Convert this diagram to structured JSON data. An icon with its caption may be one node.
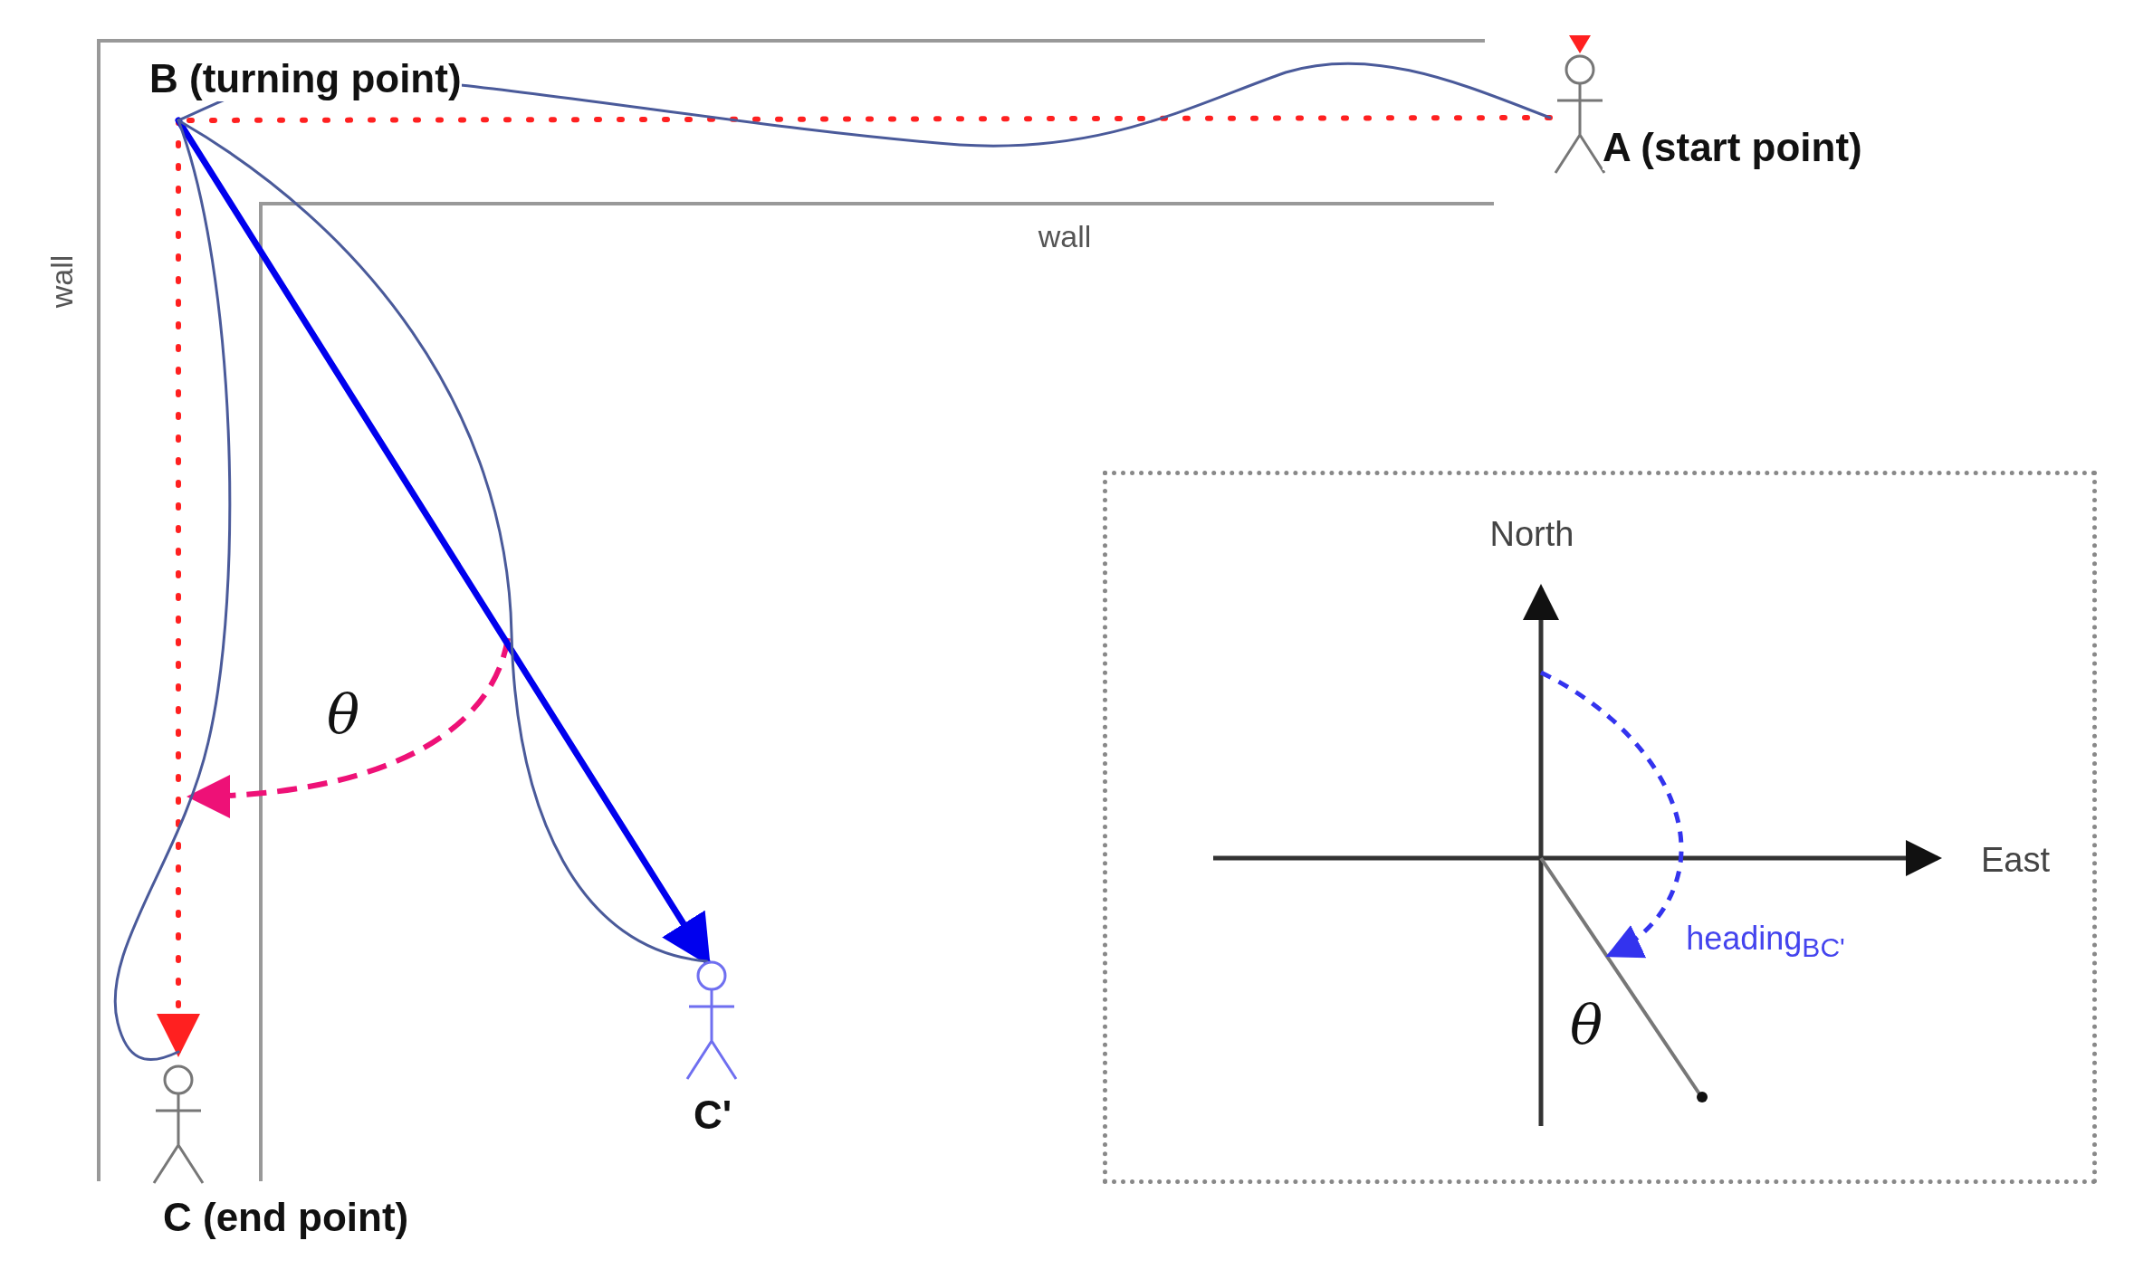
{
  "diagram": {
    "nodes": [
      {
        "text": [
          "B (turning point)"
        ]
      },
      {
        "text": [
          "A (start point)"
        ]
      },
      {
        "text": [
          "C (end point)"
        ]
      },
      {
        "text": [
          "C'"
        ]
      },
      {
        "text": [],
        "shape": "box"
      }
    ],
    "edges": [
      {
        "from": 1,
        "to": 0,
        "arrow": "none",
        "style": "dashed",
        "color": "#ff2020"
      },
      {
        "from": 0,
        "to": 2,
        "arrow": "to",
        "style": "dashed",
        "color": "#ff2020"
      },
      {
        "from": 0,
        "to": 3,
        "arrow": "to",
        "style": "thick",
        "color": "#0000ee"
      },
      {
        "from": 1,
        "to": 0,
        "arrow": "none"
      },
      {
        "from": 0,
        "to": 2,
        "arrow": "none"
      },
      {
        "from": 0,
        "to": 3,
        "arrow": "none"
      }
    ],
    "labels": [
      "wall",
      "wall",
      "θ",
      "North",
      "East",
      "heading$_{BC'}$",
      "θ"
    ]
  }
}
